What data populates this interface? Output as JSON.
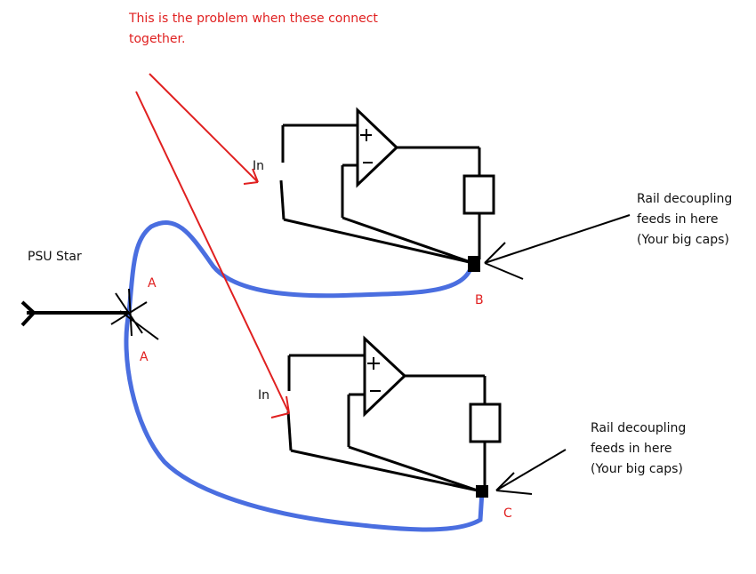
{
  "diagram": {
    "problem_note": {
      "line1": "This is the problem when these connect",
      "line2": "together."
    },
    "psu_label": "PSU Star",
    "node_a_upper": "A",
    "node_a_lower": "A",
    "node_b": "B",
    "node_c": "C",
    "in_upper": "In",
    "in_lower": "In",
    "opamp_plus": "+",
    "opamp_minus": "-",
    "rail_note_upper": {
      "line1": "Rail decoupling",
      "line2": "feeds in here",
      "line3": "(Your big caps)"
    },
    "rail_note_lower": {
      "line1": "Rail decoupling",
      "line2": "feeds in here",
      "line3": "(Your big caps)"
    }
  },
  "colors": {
    "wire": "#000000",
    "ground_return": "#4a6ee0",
    "annotation": "#e02020"
  }
}
